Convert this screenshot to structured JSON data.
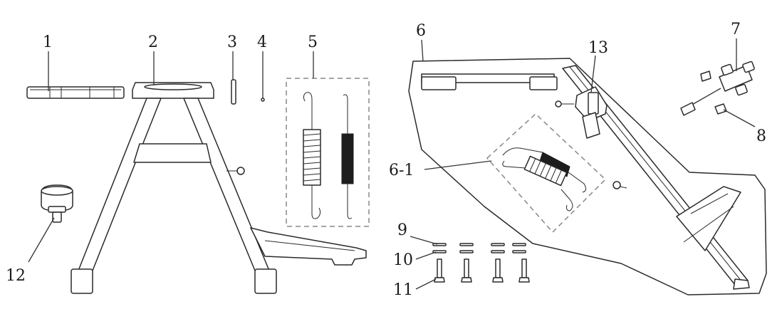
{
  "diagram": {
    "callouts": {
      "c1": "1",
      "c2": "2",
      "c3": "3",
      "c4": "4",
      "c5": "5",
      "c6": "6",
      "c6_1": "6-1",
      "c7": "7",
      "c8": "8",
      "c9": "9",
      "c10": "10",
      "c11": "11",
      "c12": "12",
      "c13": "13"
    }
  }
}
